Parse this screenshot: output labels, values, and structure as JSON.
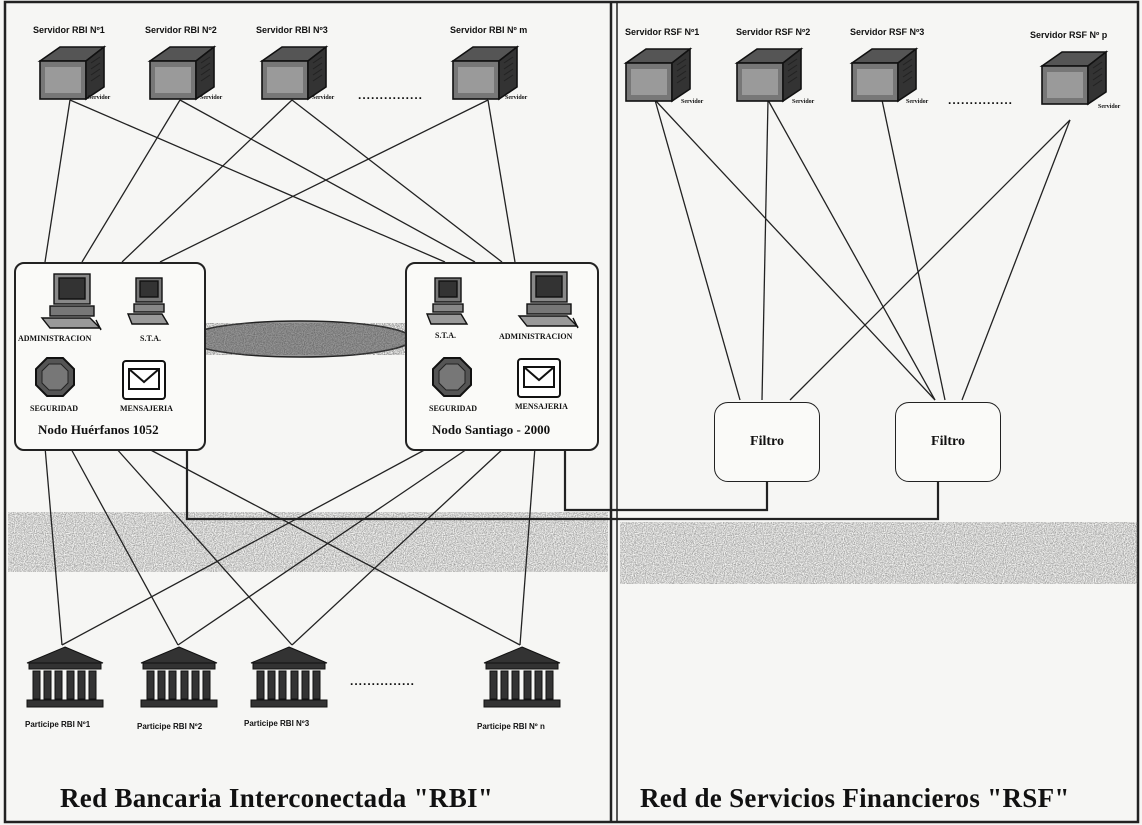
{
  "rbi": {
    "servers": [
      "Servidor RBI Nº1",
      "Servidor RBI Nº2",
      "Servidor RBI Nº3",
      "Servidor RBI Nº m"
    ],
    "server_sub": "Servidor",
    "ellipsis": "...............",
    "node_left": {
      "administracion": "ADMINISTRACION",
      "sta": "S.T.A.",
      "seguridad": "SEGURIDAD",
      "mensajeria": "MENSAJERIA",
      "name": "Nodo Huérfanos 1052"
    },
    "node_right": {
      "sta": "S.T.A.",
      "administracion": "ADMINISTRACION",
      "seguridad": "SEGURIDAD",
      "mensajeria": "MENSAJERIA",
      "name": "Nodo Santiago - 2000"
    },
    "participants": [
      "Participe RBI Nº1",
      "Participe RBI Nº2",
      "Participe RBI Nº3",
      "Participe RBI Nº n"
    ],
    "title": "Red Bancaria Interconectada \"RBI\""
  },
  "rsf": {
    "servers": [
      "Servidor RSF Nº1",
      "Servidor RSF Nº2",
      "Servidor RSF Nº3",
      "Servidor RSF Nº p"
    ],
    "server_sub": "Servidor",
    "ellipsis": "...............",
    "filters": [
      "Filtro",
      "Filtro"
    ],
    "title": "Red de Servicios Financieros \"RSF\""
  },
  "colors": {
    "line": "#222222",
    "paper": "#f6f6f4",
    "noise": "#3a3a3a"
  }
}
